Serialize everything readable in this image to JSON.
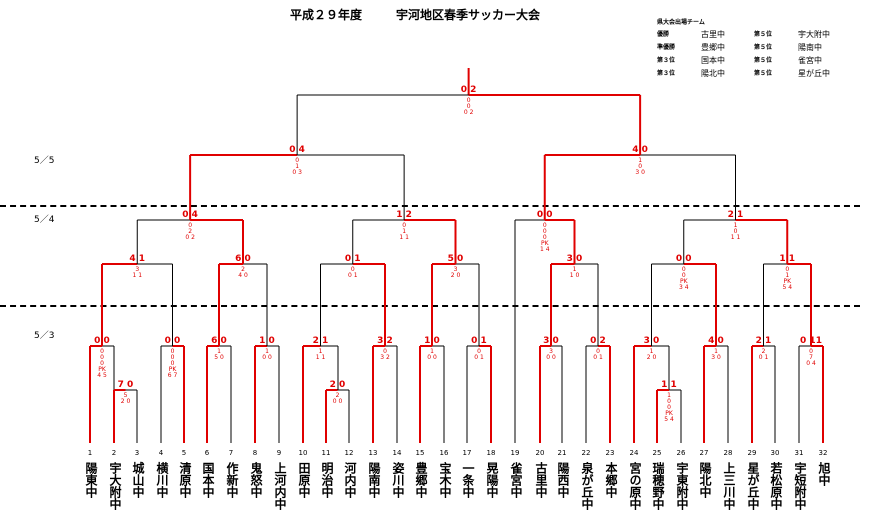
{
  "title": "平成２９年度",
  "subtitle": "宇河地区春季サッカー大会",
  "qualifiers": {
    "heading": "県大会出場チーム",
    "rows": [
      {
        "rank_a": "優勝",
        "team_a": "古里中",
        "rank_b": "第５位",
        "team_b": "宇大附中"
      },
      {
        "rank_a": "準優勝",
        "team_a": "豊郷中",
        "rank_b": "第５位",
        "team_b": "陽南中"
      },
      {
        "rank_a": "第３位",
        "team_a": "国本中",
        "rank_b": "第５位",
        "team_b": "雀宮中"
      },
      {
        "rank_a": "第３位",
        "team_a": "陽北中",
        "rank_b": "第５位",
        "team_b": "星が丘中"
      }
    ]
  },
  "dates": [
    "5／5",
    "5／4",
    "5／3"
  ],
  "numbers": [
    "1",
    "2",
    "3",
    "4",
    "5",
    "6",
    "7",
    "8",
    "9",
    "10",
    "11",
    "12",
    "13",
    "14",
    "15",
    "16",
    "17",
    "18",
    "19",
    "20",
    "21",
    "22",
    "23",
    "24",
    "25",
    "26",
    "27",
    "28",
    "29",
    "30",
    "31",
    "32"
  ],
  "teams": [
    "陽東中",
    "宇大附中",
    "城山中",
    "横川中",
    "清原中",
    "国本中",
    "作新中",
    "鬼怒中",
    "上河内中",
    "田原中",
    "明治中",
    "河内中",
    "陽南中",
    "姿川中",
    "豊郷中",
    "宝木中",
    "一条中",
    "晃陽中",
    "雀宮中",
    "古里中",
    "陽西中",
    "泉が丘中",
    "本郷中",
    "宮の原中",
    "瑞穂野中",
    "宇東附中",
    "陽北中",
    "上三川中",
    "星が丘中",
    "若松原中",
    "宇短附中",
    "旭中"
  ],
  "matches": [
    {
      "sc": "0 0",
      "sub": "0\n0\n0\nPK\n4 5"
    },
    {
      "sc": "7 0",
      "sub": "5\n2 0"
    },
    {
      "sc": "0 0",
      "sub": "0\n0\n0\nPK\n6 7"
    },
    {
      "sc": "6 0",
      "sub": "1\n5 0"
    },
    {
      "sc": "1 0",
      "sub": "1\n0 0"
    },
    {
      "sc": "2 1",
      "sub": "1\n1 1"
    },
    {
      "sc": "2 0",
      "sub": "2\n0 0"
    },
    {
      "sc": "3 2",
      "sub": "0\n3 2"
    },
    {
      "sc": "1 0",
      "sub": "1\n0 0"
    },
    {
      "sc": "0 1",
      "sub": "0\n0 1"
    },
    {
      "sc": "3 0",
      "sub": "3\n0 0"
    },
    {
      "sc": "0 2",
      "sub": "0\n0 1"
    },
    {
      "sc": "3 0",
      "sub": "1\n2 0"
    },
    {
      "sc": "1 1",
      "sub": "1\n0\n0\nPK\n5 4"
    },
    {
      "sc": "4 0",
      "sub": "1\n3 0"
    },
    {
      "sc": "2 1",
      "sub": "2\n0 1"
    },
    {
      "sc": "0 11",
      "sub": "0\n7\n0 4"
    },
    {
      "sc": "4 1",
      "sub": "3\n1 1"
    },
    {
      "sc": "6 0",
      "sub": "2\n4 0"
    },
    {
      "sc": "0 1",
      "sub": "0\n0 1"
    },
    {
      "sc": "5 0",
      "sub": "3\n2 0"
    },
    {
      "sc": "3 0",
      "sub": "1\n1 0"
    },
    {
      "sc": "0 0",
      "sub": "0\n0\nPK\n3 4"
    },
    {
      "sc": "1 1",
      "sub": "0\n1\nPK\n5 4"
    },
    {
      "sc": "0 4",
      "sub": "0\n2\n0 2"
    },
    {
      "sc": "1 2",
      "sub": "0\n1\n1 1"
    },
    {
      "sc": "0 0",
      "sub": "0\n0\n0\nPK\n1 4"
    },
    {
      "sc": "2 1",
      "sub": "1\n0\n1 1"
    },
    {
      "sc": "0 4",
      "sub": "0\n1\n0 3"
    },
    {
      "sc": "4 0",
      "sub": "1\n0\n3 0"
    },
    {
      "sc": "0 2",
      "sub": "0\n0\n0 2"
    }
  ],
  "colors": {
    "winner": "#e00000",
    "line": "#000000"
  }
}
